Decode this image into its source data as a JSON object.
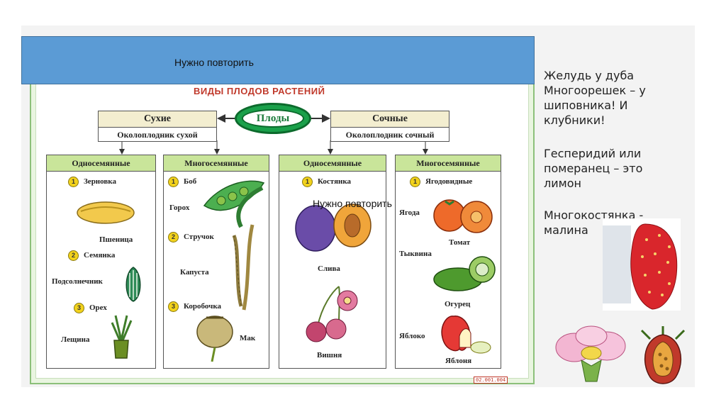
{
  "banner": {
    "text": "Нужно повторить"
  },
  "overlay": {
    "text": "Нужно повторить"
  },
  "poster": {
    "title": "ВИДЫ ПЛОДОВ РАСТЕНИЙ",
    "root": "Плоды",
    "code": "02.001.004",
    "dry": {
      "label": "Сухие",
      "sub": "Околоплодник сухой"
    },
    "juicy": {
      "label": "Сочные",
      "sub": "Околоплодник сочный"
    },
    "columns": [
      {
        "head": "Односемянные",
        "items": [
          {
            "num": "1",
            "name": "Зерновка"
          },
          {
            "example": "Пшеница"
          },
          {
            "num": "2",
            "name": "Семянка"
          },
          {
            "example": "Подсолнечник"
          },
          {
            "num": "3",
            "name": "Орех"
          },
          {
            "example": "Лещина"
          }
        ]
      },
      {
        "head": "Многосемянные",
        "items": [
          {
            "num": "1",
            "name": "Боб"
          },
          {
            "example": "Горох"
          },
          {
            "num": "2",
            "name": "Стручок"
          },
          {
            "example": "Капуста"
          },
          {
            "num": "3",
            "name": "Коробочка"
          },
          {
            "example": "Мак"
          }
        ]
      },
      {
        "head": "Односемянные",
        "items": [
          {
            "num": "1",
            "name": "Костянка"
          },
          {
            "example": "Слива"
          },
          {
            "example": "Вишня"
          }
        ]
      },
      {
        "head": "Многосемянные",
        "items": [
          {
            "num": "1",
            "name": "Ягодовидные"
          },
          {
            "example": "Ягода"
          },
          {
            "example": "Томат"
          },
          {
            "example": "Тыквина"
          },
          {
            "example": "Огурец"
          },
          {
            "example": "Яблоко"
          },
          {
            "example": "Яблоня"
          }
        ]
      }
    ]
  },
  "side_notes": [
    {
      "line1": "Желудь у дуба",
      "line2": "Многоорешек – у",
      "line3": "шиповника! И",
      "line4": "клубники!"
    },
    {
      "line1": "Гесперидий или",
      "line2": "померанец – это",
      "line3": "лимон"
    },
    {
      "line1": "Многокостянка -",
      "line2": "малина"
    }
  ],
  "colors": {
    "banner": "#5b9bd5",
    "column_head": "#c9e59a",
    "oval": "#1aa04a",
    "title": "#c0392b"
  }
}
